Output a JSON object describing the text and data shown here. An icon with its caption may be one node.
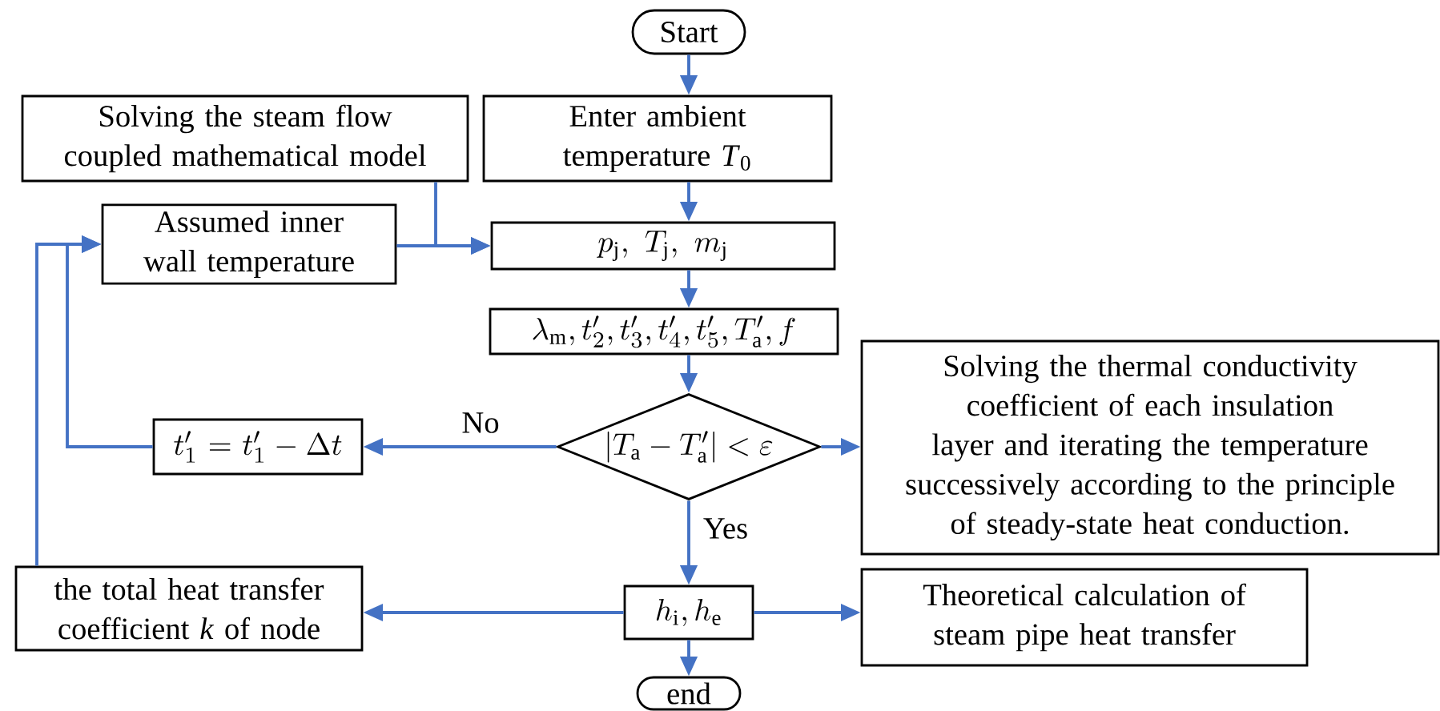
{
  "diagram": {
    "nodes": [
      {
        "text": [
          "Start"
        ]
      },
      {
        "text": [
          "Solving the steam flow coupled mathematical model"
        ]
      },
      {
        "text": [
          "Enter ambient temperature *T*$_{0}$"
        ]
      },
      {
        "text": [
          "Assumed inner wall temperature"
        ]
      },
      {
        "text": [
          "p_{\\mathrm{j}},\\ T_{\\mathrm{j}},\\ m_{\\mathrm{j}}"
        ]
      },
      {
        "text": [
          "\\lambda_{\\mathrm{m}}, t_2', t_3', t_4', t_5', T_{\\mathrm{a}}', f"
        ]
      },
      {
        "text": [
          "|T_{\\mathrm{a}}-T_{\\mathrm{a}}'|<\\varepsilon"
        ]
      },
      {
        "text": [
          "Solving the thermal conductivity coefficient of each insulation layer and iterating the temperature successively according to the principle of steady-state heat conduction."
        ]
      },
      {
        "text": [
          "t_1'=t_1'-\\Delta t"
        ]
      },
      {
        "text": [
          "the total heat transfer coefficient *k* of node"
        ]
      },
      {
        "text": [
          "h_{\\mathrm{i}}, h_{\\mathrm{e}}"
        ]
      },
      {
        "text": [
          "Theoretical calculation of steam pipe heat transfer"
        ]
      },
      {
        "text": [
          "end"
        ]
      }
    ],
    "edges": [
      {
        "from": 0,
        "to": 2,
        "arrow": "to"
      },
      {
        "from": 1,
        "to": 4,
        "arrow": "to"
      },
      {
        "from": 3,
        "to": 4,
        "arrow": "to"
      },
      {
        "from": 2,
        "to": 4,
        "arrow": "to"
      },
      {
        "from": 4,
        "to": 5,
        "arrow": "to"
      },
      {
        "from": 5,
        "to": 6,
        "arrow": "to"
      },
      {
        "from": 6,
        "to": 7,
        "arrow": "to"
      },
      {
        "from": 6,
        "to": 8,
        "arrow": "to",
        "label": "No"
      },
      {
        "from": 6,
        "to": 10,
        "arrow": "to",
        "label": "Yes"
      },
      {
        "from": 8,
        "to": 3,
        "arrow": "to"
      },
      {
        "from": 9,
        "to": 3,
        "arrow": "to"
      },
      {
        "from": 10,
        "to": 9,
        "arrow": "to"
      },
      {
        "from": 10,
        "to": 11,
        "arrow": "to"
      },
      {
        "from": 10,
        "to": 12,
        "arrow": "to"
      }
    ]
  }
}
